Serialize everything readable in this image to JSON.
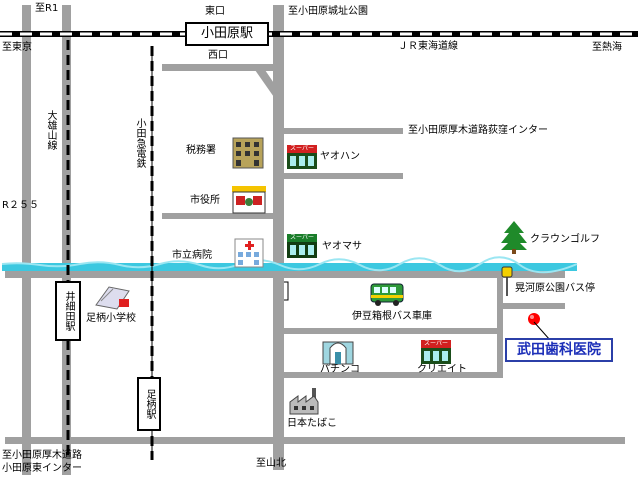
{
  "labels": {
    "r1_east": "至R1",
    "higashiguchi": "東口",
    "castle_park": "至小田原城址公園",
    "odawara_station": "小田原駅",
    "to_tokyo": "至東京",
    "jr_tokaido": "ＪＲ東海道線",
    "to_atami": "至熱海",
    "nishiguchi": "西口",
    "daiyuzan_line": "大雄山線",
    "odakyu_line": "小田急電鉄",
    "ogikubo_ic": "至小田原厚木道路荻窪インター",
    "tax_office": "税務署",
    "super1": "スーパー",
    "yaohan": "ヤオハン",
    "r255": "R２５５",
    "city_hall": "市役所",
    "super2": "スーパー",
    "yaomasa": "ヤオマサ",
    "city_hospital": "市立病院",
    "crown_golf": "クラウンゴルフ",
    "iryuda_station": "井細田駅",
    "ashigara_school": "足柄小学校",
    "izuhakone_bus": "伊豆箱根バス車庫",
    "hashu_park_bus": "晃河原公園バス停",
    "clinic": "武田歯科医院",
    "pachinko": "パチンコ",
    "super3": "スーパー",
    "kuriito": "クリエイト",
    "ashigara_station": "足柄駅",
    "japan_tobacco": "日本たばこ",
    "to_higashi_ic_1": "至小田原厚木道路",
    "to_higashi_ic_2": "小田原東インター",
    "to_yamakita": "至山北"
  },
  "colors": {
    "road": "#a0a0a0",
    "river": "#3cc8e0",
    "rail": "#000000",
    "clinic_text": "#1c2fb8",
    "clinic_marker": "#ff0000",
    "tree": "#1f8a2a",
    "super_sign": "#d22020"
  },
  "icons": [
    "tax-office-building-icon",
    "store-icon",
    "city-hall-icon",
    "hospital-icon",
    "tree-icon",
    "school-icon",
    "bus-icon",
    "bus-stop-icon",
    "pachinko-icon",
    "factory-icon",
    "clinic-marker-icon"
  ]
}
